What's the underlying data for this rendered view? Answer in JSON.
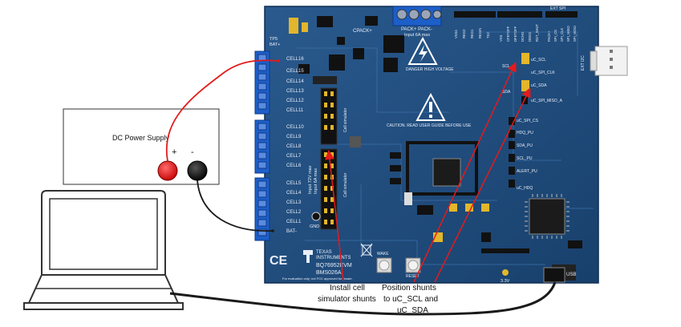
{
  "power_supply": {
    "label": "DC Power Supply",
    "plus": "+",
    "minus": "-"
  },
  "board": {
    "tp": "TP5",
    "bat_plus": "BAT+",
    "cpack_plus": "CPACK+",
    "pack_label": "PACK+ PACK-",
    "pack_sub": "Input 6A max",
    "danger": "DANGER HIGH VOLTAGE",
    "caution": "CAUTION. READ USER GUIDE BEFORE USE",
    "cell_simulator": "Cell simulator",
    "input_label": "Input 72V max",
    "input_sub": "Input 6A max",
    "cells_upper": [
      "CELL16",
      "CELL15",
      "CELL14",
      "CELL13",
      "CELL12",
      "CELL11"
    ],
    "cells_middle": [
      "CELL10",
      "CELL9",
      "CELL8",
      "CELL7",
      "CELL6"
    ],
    "cells_lower": [
      "CELL5",
      "CELL4",
      "CELL3",
      "CELL2",
      "CELL1"
    ],
    "bat_minus": "BAT-",
    "gnd": "GND",
    "brand_line1": "TEXAS",
    "brand_line2": "INSTRUMENTS",
    "model": "BQ76952EVM",
    "board_id": "BMS026A",
    "disclaimer": "For evaluation only; not FCC approved for resale.",
    "ce": "CE",
    "ext_spi": "EXT SPI",
    "ext_i2c": "EXT I2C",
    "usb": "USB",
    "v33": "3.3V",
    "reset": "RESET",
    "wake": "WAKE",
    "top_headers": [
      "VSS4",
      "REG2",
      "REG1",
      "REGIN",
      "TS2"
    ],
    "top_headers2": [
      "VSS",
      "CFETOFF",
      "DFETOFF",
      "DCHG",
      "DDSG",
      "RST_SHUT"
    ],
    "spi_headers": [
      "PACK+",
      "SPI_CS",
      "SPI_CLK",
      "SPI_MISO",
      "SPI_MOSI"
    ],
    "jumpers": [
      "uC_SCL",
      "uC_SPI_CLK",
      "uC_SDA",
      "uC_SPI_MISO_A",
      "uC_SPI_CS",
      "HDQ_PU",
      "SDA_PU",
      "SCL_PU",
      "ALERT_PU",
      "uC_HDQ"
    ],
    "scl": "SCL",
    "sda": "SDA"
  },
  "annotations": {
    "shunt_cell_line1": "Install cell",
    "shunt_cell_line2": "simulator shunts",
    "shunt_pos_line1": "Position shunts",
    "shunt_pos_line2": "to uC_SCL and",
    "shunt_pos_line3": "uC_SDA"
  },
  "colors": {
    "pcb": "#1f4a7a",
    "connector": "#1d5fc9",
    "red_wire": "#e31b1b",
    "black_wire": "#1a1a1a"
  }
}
